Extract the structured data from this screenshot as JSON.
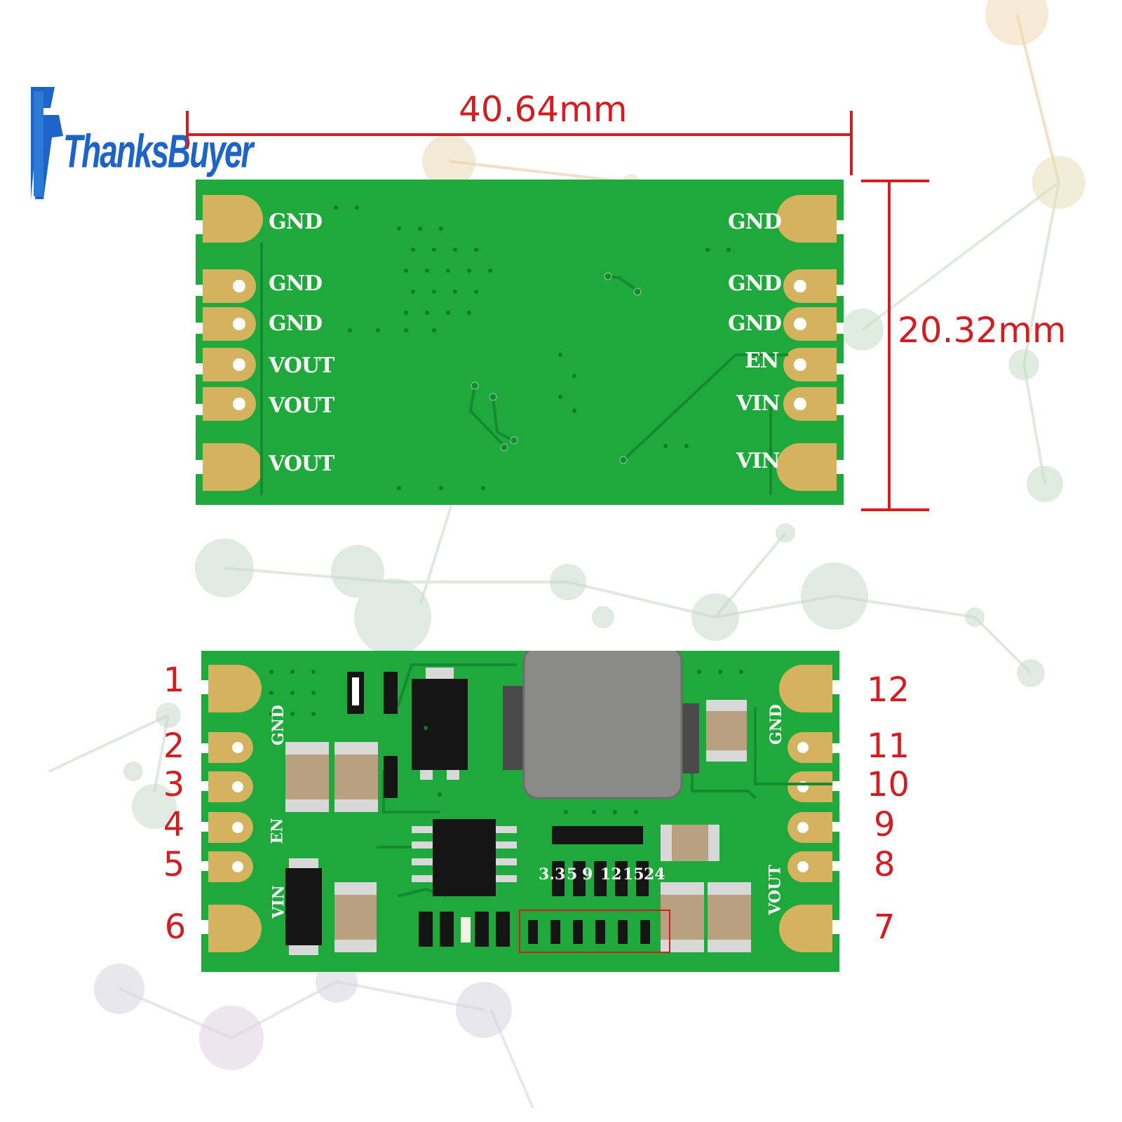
{
  "brand": {
    "name": "ThanksBuyer"
  },
  "dimensions": {
    "width": "40.64mm",
    "height": "20.32mm"
  },
  "top_board": {
    "left_pins": [
      "GND",
      "GND",
      "GND",
      "VOUT",
      "VOUT",
      "VOUT"
    ],
    "right_pins": [
      "GND",
      "GND",
      "GND",
      "EN",
      "VIN",
      "VIN"
    ]
  },
  "bottom_board": {
    "left_pin_numbers": [
      "1",
      "2",
      "3",
      "4",
      "5",
      "6"
    ],
    "right_pin_numbers": [
      "12",
      "11",
      "10",
      "9",
      "8",
      "7"
    ],
    "silk_left": {
      "gnd": "GND",
      "en": "EN",
      "vin": "VIN"
    },
    "silk_right": {
      "gnd": "GND",
      "vout": "VOUT"
    },
    "voltage_select": [
      "3.3",
      "5",
      "9",
      "12",
      "15",
      "24"
    ]
  },
  "colors": {
    "pcb": "#1fa83c",
    "pad": "#d4b25e",
    "dimension": "#d21e23",
    "logo": "#1e63c8"
  }
}
